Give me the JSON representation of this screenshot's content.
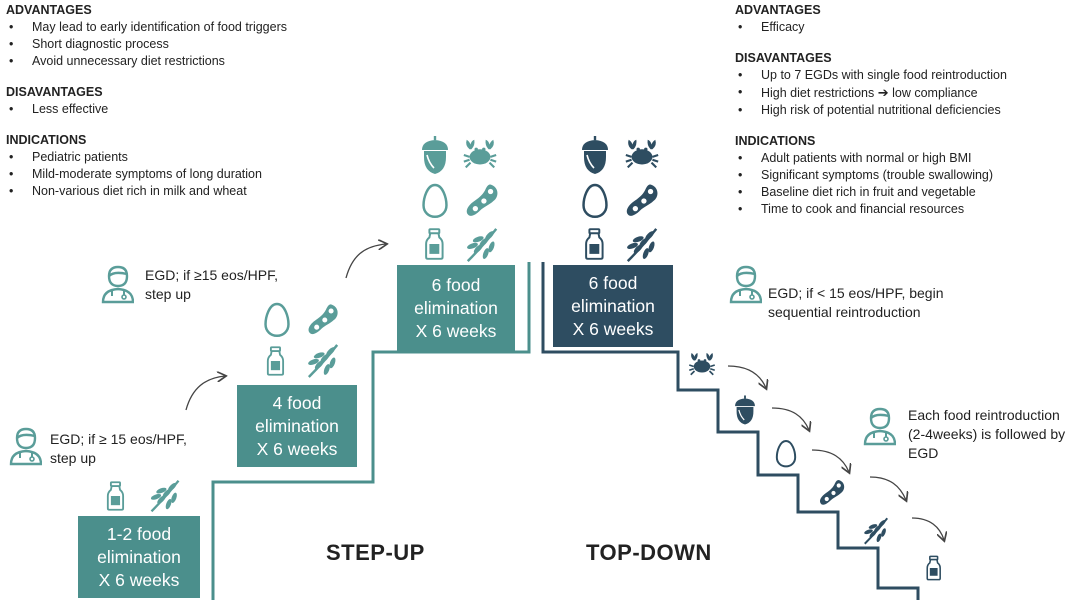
{
  "left_panel": {
    "advantages_title": "ADVANTAGES",
    "advantages": [
      "May lead to early identification of food triggers",
      "Short diagnostic process",
      "Avoid unnecessary diet restrictions"
    ],
    "disadvantages_title": "DISAVANTAGES",
    "disadvantages": [
      "Less effective"
    ],
    "indications_title": "INDICATIONS",
    "indications": [
      "Pediatric patients",
      "Mild-moderate symptoms of long duration",
      "Non-various diet rich in milk and wheat"
    ]
  },
  "right_panel": {
    "advantages_title": "ADVANTAGES",
    "advantages": [
      "Efficacy"
    ],
    "disadvantages_title": "DISAVANTAGES",
    "disadvantages": [
      "Up to 7 EGDs with single food reintroduction",
      "High diet restrictions",
      "low compliance",
      "High risk of potential nutritional deficiencies"
    ],
    "indications_title": "INDICATIONS",
    "indications": [
      "Adult patients with normal or high BMI",
      "Significant symptoms (trouble swallowing)",
      "Baseline diet rich in fruit and vegetable",
      "Time to cook and financial resources"
    ]
  },
  "boxes": {
    "b12": [
      "1-2 food",
      "elimination",
      "X 6 weeks"
    ],
    "b4": [
      "4 food",
      "elimination",
      "X 6 weeks"
    ],
    "b6": [
      "6 food",
      "elimination",
      "X 6 weeks"
    ],
    "b6n": [
      "6 food",
      "elimination",
      "X 6 weeks"
    ]
  },
  "notes": {
    "egd1": [
      "EGD; if ≥ 15 eos/HPF,",
      "step up"
    ],
    "egd2": [
      "EGD; if ≥15 eos/HPF,",
      "step up"
    ],
    "egd3": [
      "EGD; if < 15 eos/HPF, begin",
      "sequential reintroduction"
    ],
    "egd4": [
      "Each food reintroduction",
      "(2-4weeks) is followed by",
      "EGD"
    ]
  },
  "labels": {
    "step_up": "STEP-UP",
    "top_down": "TOP-DOWN"
  },
  "colors": {
    "teal": "#4b8f8c",
    "teal_icon": "#5a9d99",
    "navy": "#2e4d61",
    "line": "#4b8f8c"
  },
  "icons": [
    "milk-bottle-icon",
    "wheat-icon",
    "egg-icon",
    "soy-icon",
    "nut-icon",
    "crab-icon",
    "doctor-icon"
  ]
}
